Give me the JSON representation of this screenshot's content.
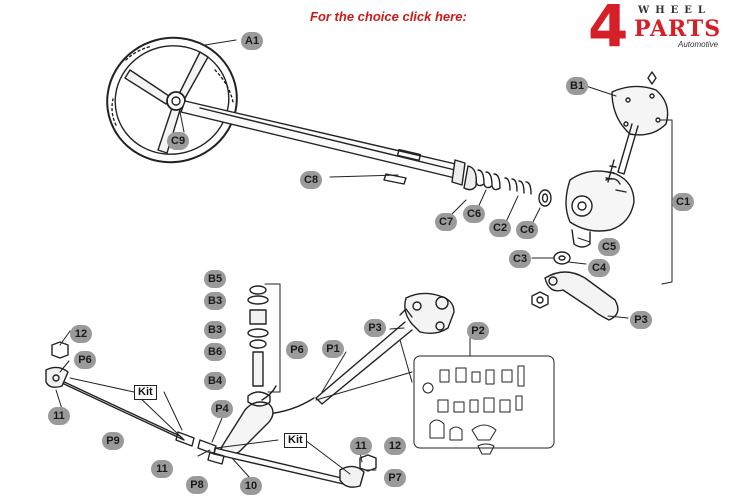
{
  "header": {
    "choice_text": "For the choice click here:"
  },
  "logo": {
    "top_word": "WHEEL",
    "number": "4",
    "main_word": "PARTS",
    "sub_word": "Automotive"
  },
  "callouts": {
    "a1": "A1",
    "b1": "B1",
    "c1": "C1",
    "c2": "C2",
    "c3": "C3",
    "c4": "C4",
    "c5": "C5",
    "c6a": "C6",
    "c6b": "C6",
    "c7": "C7",
    "c8": "C8",
    "c9": "C9",
    "b5a": "B5",
    "b3a": "B3",
    "b3b": "B3",
    "b6": "B6",
    "b4": "B4",
    "p6a": "P6",
    "p1": "P1",
    "p2": "P2",
    "p3a": "P3",
    "p3b": "P3",
    "p4": "P4",
    "p6b": "P6",
    "p7": "P7",
    "p8": "P8",
    "p9": "P9",
    "n10": "10",
    "n11a": "11",
    "n11b": "11",
    "n11c": "11",
    "n12a": "12",
    "n12b": "12"
  },
  "kits": {
    "kit1": "Kit",
    "kit2": "Kit"
  }
}
